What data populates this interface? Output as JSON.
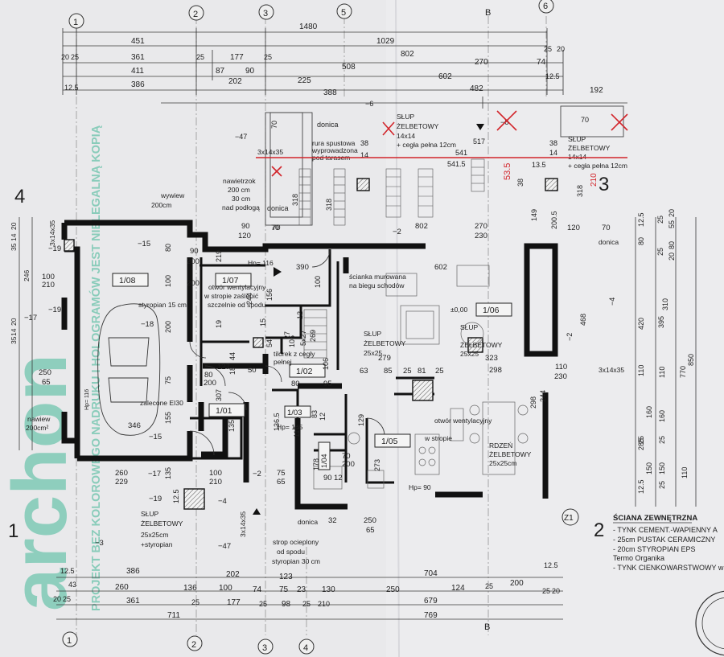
{
  "axes": {
    "top": [
      "1",
      "2",
      "3",
      "5",
      "B",
      "6"
    ],
    "bottom": [
      "1",
      "2",
      "3",
      "4",
      "B"
    ],
    "left": [
      "4",
      "1"
    ],
    "right": [
      "3",
      "2"
    ],
    "lower_right": "Z1"
  },
  "top_dimensions": {
    "row1": [
      "1480"
    ],
    "row2": [
      "451",
      "1029"
    ],
    "row3": [
      "20",
      "25",
      "361",
      "25",
      "177",
      "25",
      "802",
      "25",
      "20"
    ],
    "row4": [
      "411",
      "87",
      "90",
      "508",
      "270",
      "74"
    ],
    "row5": [
      "12.5",
      "386",
      "202",
      "225",
      "602",
      "12.5"
    ],
    "row6": [
      "388",
      "482",
      "192"
    ]
  },
  "bottom_dimensions": {
    "row1": [
      "12.5",
      "386",
      "202",
      "123",
      "704",
      "12.5"
    ],
    "row2": [
      "43",
      "260",
      "136",
      "100",
      "74",
      "75",
      "23",
      "130",
      "250",
      "124",
      "25",
      "200"
    ],
    "row3": [
      "20",
      "25",
      "361",
      "25",
      "177",
      "25",
      "98",
      "25",
      "210",
      "679",
      "25",
      "20"
    ],
    "row4": [
      "711",
      "769"
    ]
  },
  "right_dimensions": [
    "12.5",
    "25",
    "55",
    "20",
    "80",
    "80",
    "25",
    "20",
    "310",
    "395",
    "420",
    "468",
    "850",
    "770",
    "110",
    "160",
    "25",
    "285",
    "150",
    "25",
    "12.5",
    "25",
    "110"
  ],
  "left_dimensions": [
    "20",
    "14",
    "35",
    "246",
    "100",
    "210",
    "17",
    "20",
    "14",
    "35",
    "250",
    "65"
  ],
  "rooms": [
    {
      "id": "1/08"
    },
    {
      "id": "1/07"
    },
    {
      "id": "1/06"
    },
    {
      "id": "1/01"
    },
    {
      "id": "1/02"
    },
    {
      "id": "1/03"
    },
    {
      "id": "1/04"
    },
    {
      "id": "1/05"
    }
  ],
  "notes": {
    "donica_top": "donica",
    "donica_mid": "donica",
    "donica_right": "donica",
    "donica_bottom": "donica",
    "rura": "rura spustowa",
    "rura2": "wyprowadzona",
    "rura3": "pod tarasem",
    "slup1_a": "SŁUP",
    "slup1_b": "ŻELBETOWY",
    "slup1_c": "14x14",
    "slup1_d": "+ cegła pełna 12cm",
    "slup2_a": "SŁUP",
    "slup2_b": "ŻELBETOWY",
    "slup2_c": "14x14",
    "slup2_d": "+ cegła pełna 12cm",
    "nawietrzak_a": "nawietrzok",
    "nawietrzak_b": "200 cm",
    "nawietrzak_c": "30 cm",
    "nawietrzak_d": "nad podłogą",
    "wywiew_a": "wywiew",
    "wywiew_b": "200cm",
    "scianka_a": "ścianka murowana",
    "scianka_b": "na biegu schodów",
    "otwor_a": "otwór wentylacyjny",
    "otwor_b": "w stropie zaślepić",
    "otwor_c": "szczelnie od spodu",
    "styropian": "styropian 15 cm",
    "kafelek_a": "tilorek z cegły",
    "kafelek_b": "pełnej",
    "slup3_a": "SŁUP",
    "slup3_b": "ŻELBETOWY",
    "slup3_c": "25x25",
    "slup4_a": "SŁUP",
    "slup4_b": "ŻELBETOWY",
    "slup4_c": "25x25",
    "rdzen_a": "RDZEŃ",
    "rdzen_b": "ŻELBETOWY",
    "rdzen_c": "25x25cm",
    "otwor2_a": "otwór wentylacyjny",
    "otwor2_b": "w stropie",
    "zalecone": "zalecone EI30",
    "nawiew_a": "nawiew",
    "nawiew_b": "200cm²",
    "slup5_a": "SŁUP",
    "slup5_b": "ŻELBETOWY",
    "slup5_c": "25x25cm",
    "slup5_d": "+styropian",
    "strop_a": "strop ocieplony",
    "strop_b": "od spodu",
    "strop_c": "styropian 30 cm",
    "zero": "±0,00",
    "hp1": "Hp= 116",
    "hp2": "Hp= 145",
    "hp3": "Hp= 90",
    "hp4": "Hp= 116",
    "vent1": "3x14x35",
    "vent2": "3x14x35",
    "vent3": "3x14x35"
  },
  "sciana": {
    "title": "ŚCIANA ZEWNĘTRZNA",
    "lines": [
      "- TYNK CEMENT.-WAPIENNY  A",
      "- 25cm  PUSTAK CERAMICZNY",
      "- 20cm  STYROPIAN EPS",
      "  Termo Organika",
      "- TYNK CIENKOWARSTWOWY  w"
    ]
  },
  "watermark": {
    "brand": "archon",
    "vertical": "PROJEKT BEZ KOLOROWEGO NADRUKU I HOLOGRAMÓW JEST NIELEGALNĄ KOPIĄ"
  },
  "colors": {
    "paper": "#e9e9eb",
    "ink": "#111111",
    "red_markup": "#d2242a",
    "watermark_green": "#7ec9b5"
  }
}
